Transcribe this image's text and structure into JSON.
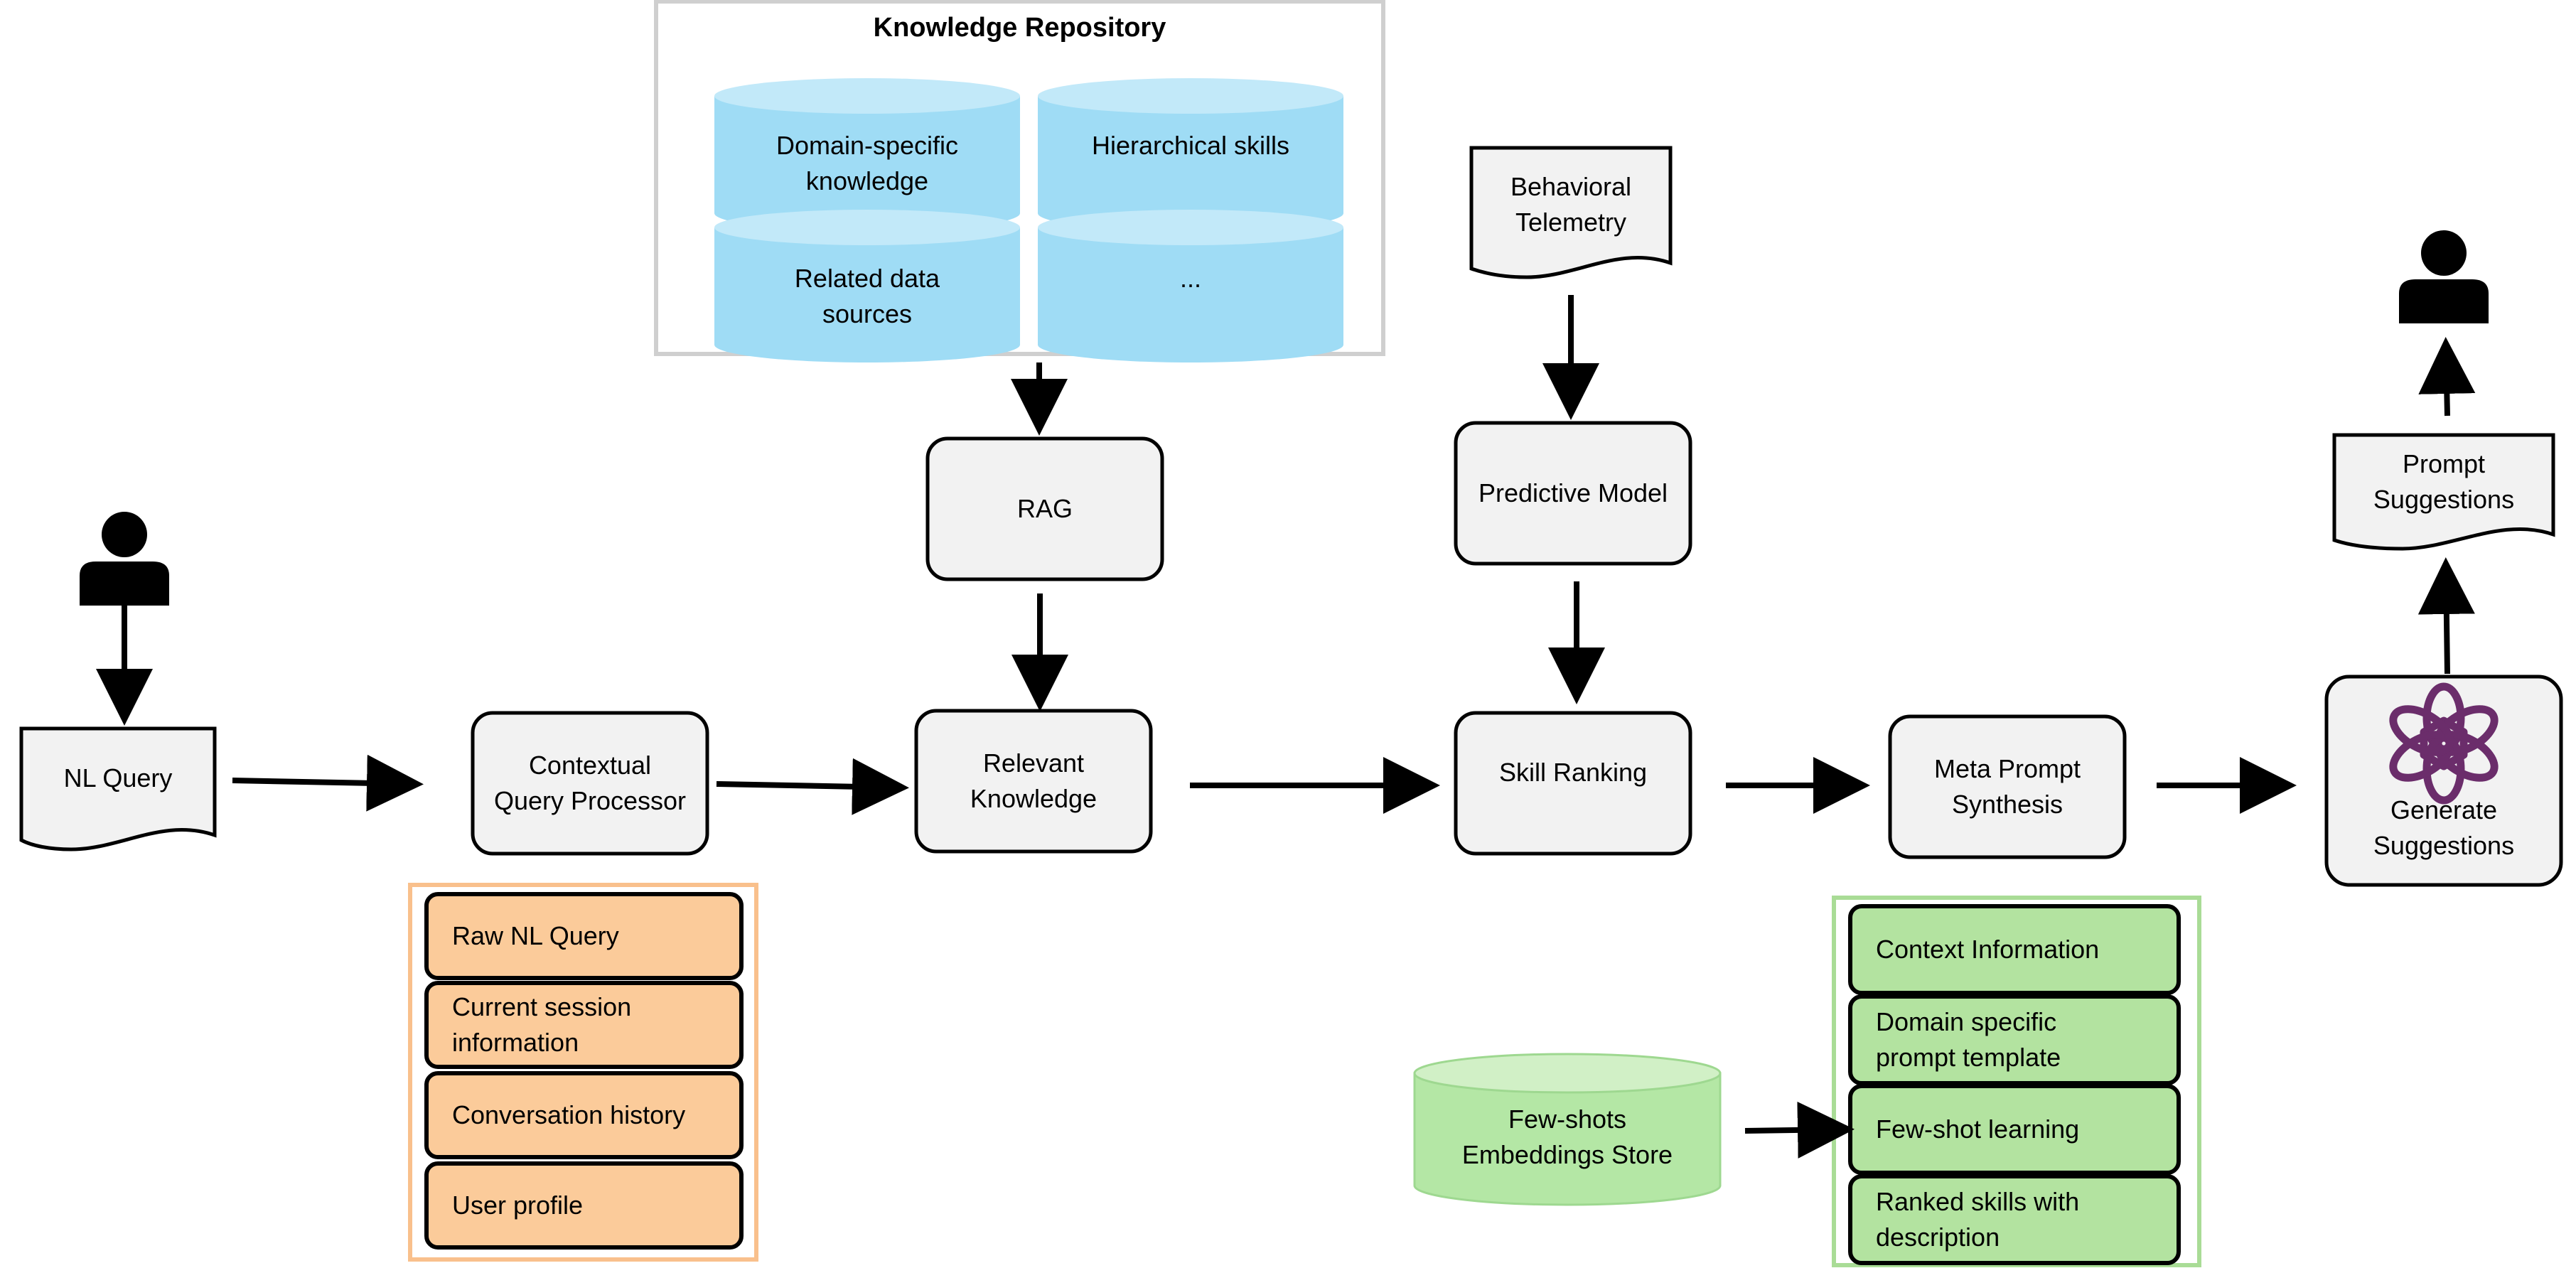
{
  "knowledge_repository": {
    "title": "Knowledge Repository",
    "stores": [
      "Domain-specific\nknowledge",
      "Hierarchical skills",
      "Related data\nsources",
      "..."
    ]
  },
  "nodes": {
    "nl_query": "NL Query",
    "contextual_query_processor": "Contextual\nQuery Processor",
    "rag": "RAG",
    "relevant_knowledge": "Relevant\nKnowledge",
    "behavioral_telemetry": "Behavioral\nTelemetry",
    "predictive_model": "Predictive Model",
    "skill_ranking": "Skill Ranking",
    "meta_prompt_synthesis": "Meta Prompt\nSynthesis",
    "generate_suggestions": "Generate\nSuggestions",
    "prompt_suggestions": "Prompt\nSuggestions",
    "few_shots_store": "Few-shots\nEmbeddings Store"
  },
  "query_context_items": [
    "Raw NL Query",
    "Current session\ninformation",
    "Conversation history",
    "User profile"
  ],
  "meta_prompt_items": [
    "Context Information",
    "Domain specific\nprompt template",
    "Few-shot learning",
    "Ranked skills with\ndescription"
  ],
  "icons": {
    "user": "user-icon",
    "llm": "openai-logo-icon"
  },
  "colors": {
    "process_fill": "#f2f2f2",
    "store_blue": "#9fdcf5",
    "orange_fill": "#fbcb9a",
    "orange_border": "#f9c08c",
    "green_fill": "#b3e3a0",
    "green_border": "#a9dc96",
    "green_store": "#b4e7a5",
    "repo_border": "#cfcfcf",
    "logo_purple": "#6b2d6b"
  }
}
